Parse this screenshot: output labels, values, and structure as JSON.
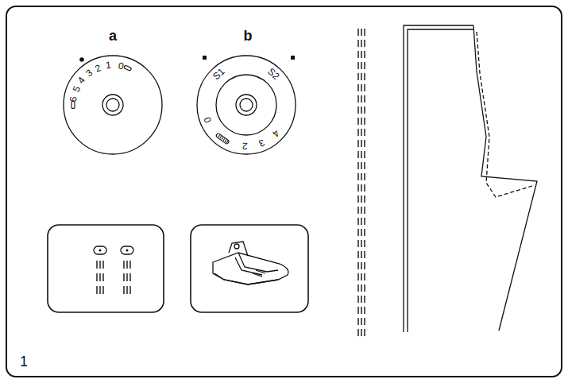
{
  "diagram": {
    "labels": [
      "a",
      "b",
      "0",
      "1",
      "2",
      "3",
      "4",
      "5",
      "6",
      "S1",
      "S2",
      "0",
      "2",
      "3",
      "4",
      "1"
    ]
  }
}
